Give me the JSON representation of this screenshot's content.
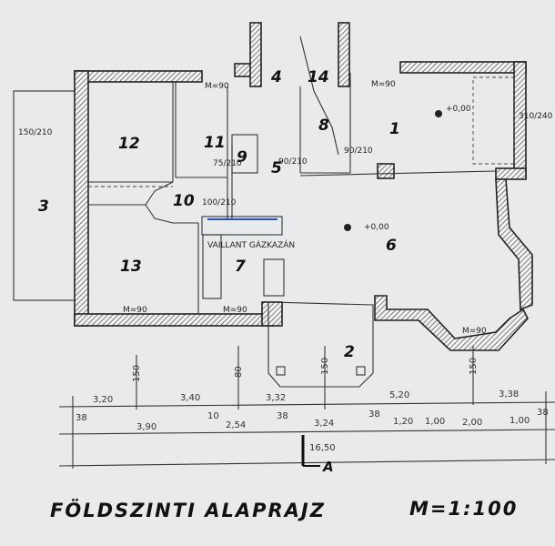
{
  "title": "FÖLDSZINTI ALAPRAJZ",
  "scale": "M=1:100",
  "rooms": [
    "1",
    "2",
    "3",
    "4",
    "5",
    "6",
    "7",
    "8",
    "9",
    "10",
    "11",
    "12",
    "13",
    "14"
  ],
  "annotations": {
    "boiler": "VAILLANT GÁZKAZÁN",
    "elevation_1": "+0,00",
    "elevation_6": "+0,00",
    "sill_1": "M=90",
    "sill_2": "M=90",
    "sill_3": "M=90",
    "sill_4": "M=90",
    "sill_5": "M=90",
    "door_3": "150/210",
    "door_1": "310/240",
    "door_10": "100/210",
    "door_5": "90/210",
    "door_9": "75/210",
    "door_8": "90/210",
    "section": "A"
  },
  "dimensions": {
    "row1": [
      "3,20",
      "3,40",
      "3,32",
      "5,20",
      "3,38"
    ],
    "row2": [
      "38",
      "3,90",
      "10",
      "2,54",
      "38",
      "3,24",
      "38",
      "1,20",
      "1,00",
      "2,00",
      "1,00",
      "38"
    ],
    "total": "16,50",
    "vertical": [
      "150",
      "80",
      "150",
      "150"
    ]
  }
}
